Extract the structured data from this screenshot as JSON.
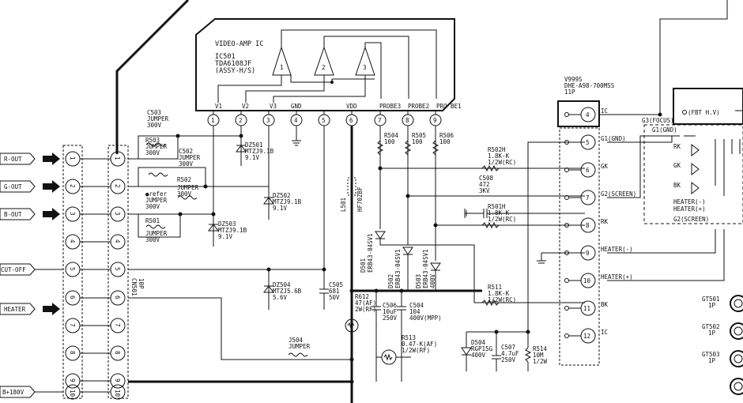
{
  "ic501": {
    "heading": "VIDEO-AMP IC",
    "ref": "IC501",
    "part": "TDA6108JF",
    "assy": "(ASSY-H/S)",
    "amps": [
      "1",
      "2",
      "3"
    ],
    "pins": [
      {
        "num": "1",
        "name": "V1"
      },
      {
        "num": "2",
        "name": "V2"
      },
      {
        "num": "3",
        "name": "V3"
      },
      {
        "num": "4",
        "name": "GND"
      },
      {
        "num": "5",
        "name": ""
      },
      {
        "num": "6",
        "name": "VDD"
      },
      {
        "num": "7",
        "name": "PROBE3"
      },
      {
        "num": "8",
        "name": "PROBE2"
      },
      {
        "num": "9",
        "name": "PRO BE1"
      }
    ]
  },
  "inputs": [
    "R-OUT",
    "G-OUT",
    "B-OUT",
    "",
    "CUT-OFF",
    "HEATER",
    "",
    "",
    "B+180V"
  ],
  "connector": {
    "ref": "CN501",
    "size": "10P",
    "pins": [
      "1",
      "2",
      "3",
      "4",
      "5",
      "6",
      "7",
      "8",
      "9",
      "10"
    ]
  },
  "components": {
    "c503": [
      "C503",
      "JUMPER",
      "300V"
    ],
    "r503": [
      "R503",
      "JUMPER",
      "300V"
    ],
    "c502": [
      "C502",
      "JUMPER",
      "300V"
    ],
    "r502": [
      "R502",
      "JUMPER",
      "300V"
    ],
    "refer": "●refer",
    "r501": [
      "R501",
      "JUMPER",
      "300V"
    ],
    "dz501": [
      "DZ501",
      "MTZJ9.1B",
      "9.1V"
    ],
    "dz502": [
      "DZ502",
      "MTZJ9.1B",
      "9.1V"
    ],
    "dz503": [
      "DZ503",
      "MTZJ9.1B",
      "9.1V"
    ],
    "dz504": [
      "DZ504",
      "MTZJ5.6B",
      "5.6V"
    ],
    "c505": [
      "C505",
      "681",
      "50V"
    ],
    "l501": [
      "L501",
      "HF70ZBF"
    ],
    "d501": [
      "D501",
      "ERB43-04SV1"
    ],
    "d502": [
      "D502",
      "ERB43-04SV1"
    ],
    "d503": [
      "D503",
      "ERB43-04SV1"
    ],
    "d503v": "400V",
    "r504": [
      "R504",
      "100"
    ],
    "r505": [
      "R505",
      "100"
    ],
    "r506": [
      "R506",
      "100"
    ],
    "r612": [
      "R612",
      "47(AF)",
      "2W(RF)"
    ],
    "c506": [
      "C506",
      "10uF",
      "250V"
    ],
    "c504": [
      "C504",
      "104",
      "400V(MPP)"
    ],
    "r513": [
      "R513",
      "0.47-K(AF)",
      "1/2W(RF)"
    ],
    "j504": [
      "J504",
      "JUMPER"
    ],
    "d504": [
      "D504",
      "RGP15G",
      "400V"
    ],
    "c507": [
      "C507",
      "4.7uF",
      "250V"
    ],
    "r514": [
      "R514",
      "10M",
      "1/2W"
    ],
    "c508": [
      "C508",
      "472",
      "3KV"
    ],
    "r502h": [
      "R502H",
      "1.8K-K",
      "1/2W(RC)"
    ],
    "r501h": [
      "R501H",
      "1.8K-K",
      "1/2W(RC)"
    ],
    "r511": [
      "R511",
      "1.8K-K",
      "1/2W(RC)"
    ]
  },
  "socket": {
    "ref": "V999S",
    "part": "DHE-A98-700MSS",
    "pins_count": "11P",
    "pins": [
      {
        "num": "4",
        "label": "IC"
      },
      {
        "num": "5",
        "label": "G1(GND)"
      },
      {
        "num": "6",
        "label": "GK"
      },
      {
        "num": "7",
        "label": "G2(SCREEN)"
      },
      {
        "num": "8",
        "label": "RK"
      },
      {
        "num": "9",
        "label": "HEATER(-)"
      },
      {
        "num": "10",
        "label": "HEATER(+)"
      },
      {
        "num": "11",
        "label": "BK"
      },
      {
        "num": "12",
        "label": "IC"
      }
    ]
  },
  "crt": {
    "labels": [
      "G3(FOCUS)",
      "G1(GND)",
      "RK",
      "GK",
      "BK",
      "HEATER(-)",
      "HEATER(+)",
      "G2(SCREEN)"
    ],
    "fbt": "(FBT H.V)"
  },
  "ground_terminals": [
    {
      "ref": "GT501",
      "size": "1P"
    },
    {
      "ref": "GT502",
      "size": "1P"
    },
    {
      "ref": "GT503",
      "size": "1P"
    }
  ]
}
